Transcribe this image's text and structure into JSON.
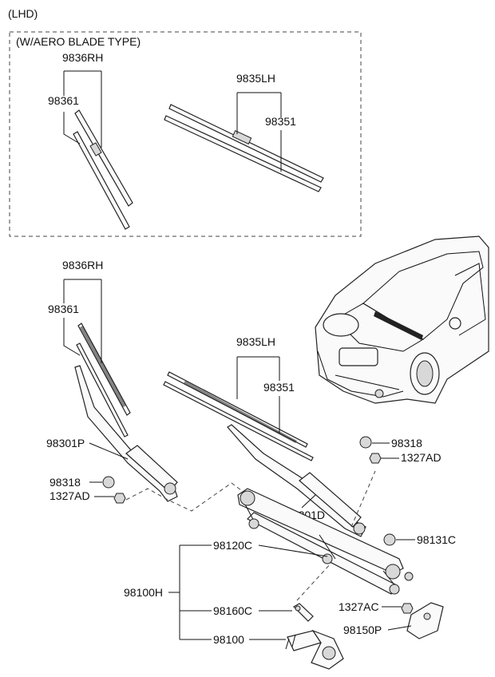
{
  "header": {
    "variant": "(LHD)"
  },
  "inset": {
    "title": "(W/AERO BLADE TYPE)",
    "labels": {
      "blade_rh": "9836RH",
      "refill_rh": "98361",
      "blade_lh": "9835LH",
      "refill_lh": "98351"
    }
  },
  "main": {
    "labels": {
      "blade_rh": "9836RH",
      "refill_rh": "98361",
      "blade_lh": "9835LH",
      "refill_lh": "98351",
      "arm_rh": "98301P",
      "cap_left": "98318",
      "nut_left": "1327AD",
      "cap_right": "98318",
      "nut_right": "1327AD",
      "arm_lh": "98301D",
      "linkage": "98120C",
      "pivot_cap": "98131C",
      "assembly": "98100H",
      "crank": "98160C",
      "bolt": "1327AC",
      "bracket": "98150P",
      "motor": "98100"
    }
  }
}
